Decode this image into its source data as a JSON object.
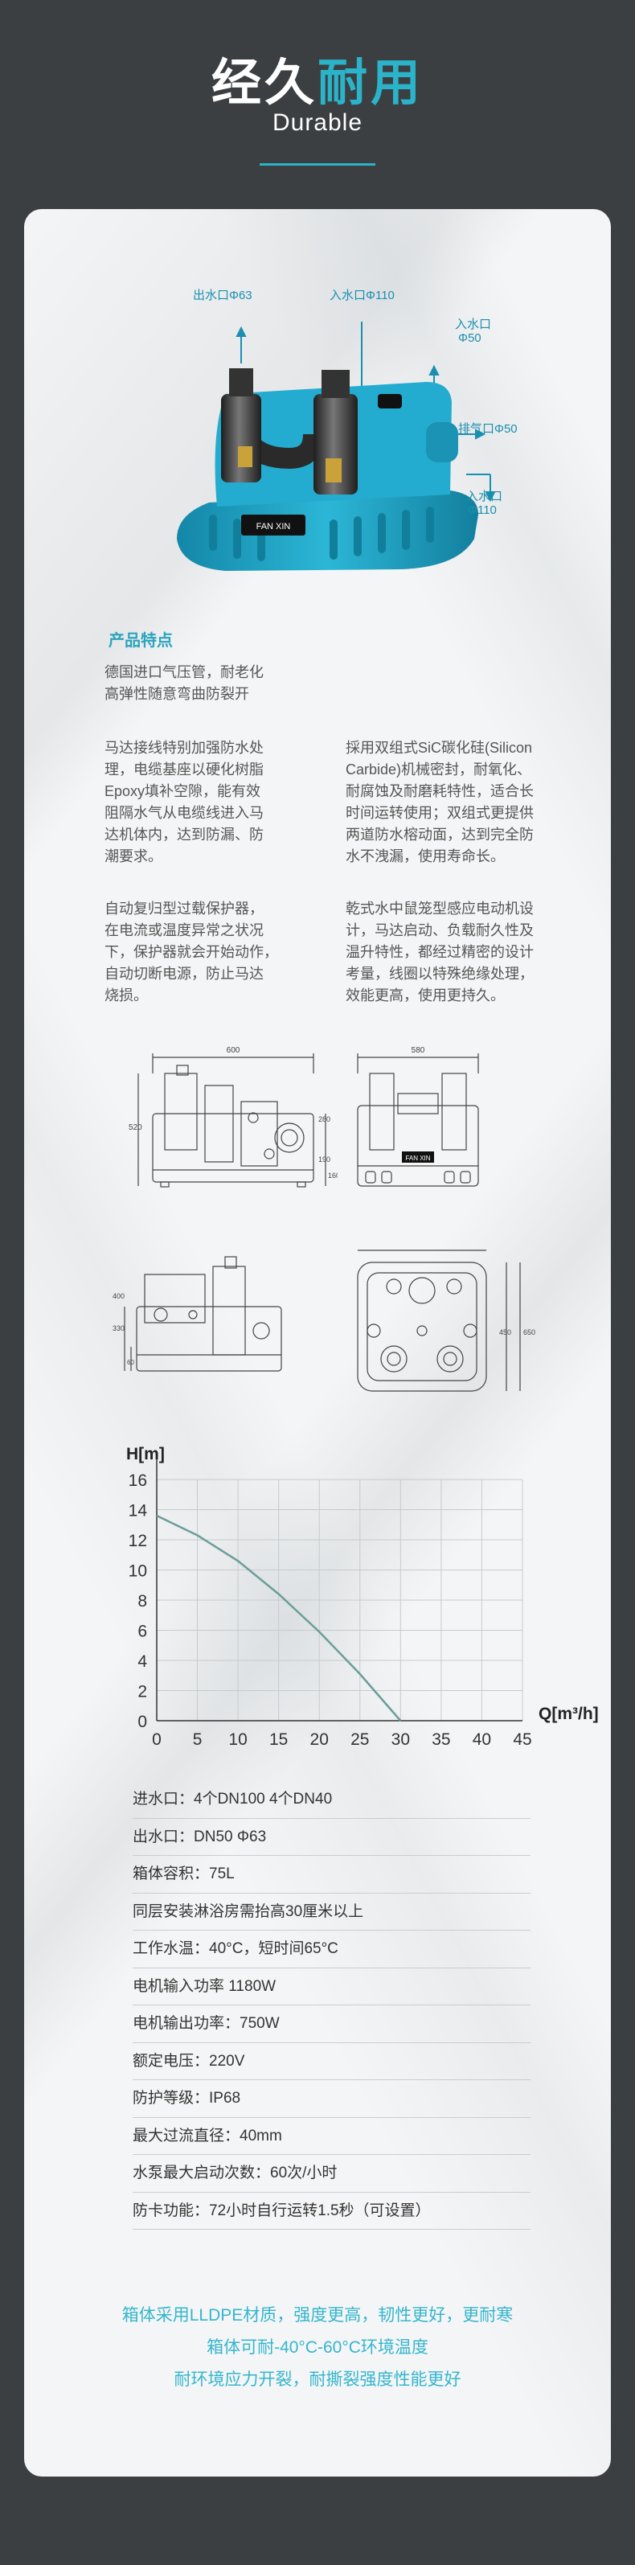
{
  "header": {
    "title_part1": "经久",
    "title_part2": "耐用",
    "subtitle": "Durable"
  },
  "colors": {
    "accent": "#2ab3c9",
    "background": "#3b3f41",
    "pump_body": "#1c9fc0"
  },
  "pump_labels": {
    "outlet": "出水口Φ63",
    "inlet_top": "入水口Φ110",
    "inlet_right_1": "入水口",
    "inlet_right_2": "Φ50",
    "vent_1": "排气口Φ50",
    "inlet_bottom_1": "入水口",
    "inlet_bottom_2": "Φ110",
    "brand": "FAN XIN"
  },
  "features": {
    "title": "产品特点",
    "intro": [
      "德国进口气压管，耐老化",
      "高弹性随意弯曲防裂开"
    ],
    "left_1": [
      "马达接线特别加强防水处",
      "理，电缆基座以硬化树脂",
      "Epoxy填补空隙，能有效",
      "阻隔水气从电缆线进入马",
      "达机体内，达到防漏、防",
      "潮要求。"
    ],
    "left_2": [
      "自动复归型过载保护器，",
      "在电流或温度异常之状况",
      "下，保护器就会开始动作，",
      "自动切断电源，防止马达",
      "烧损。"
    ],
    "right_1": [
      "採用双组式SiC碳化硅(Silicon",
      "Carbide)机械密封，耐氧化、",
      "耐腐蚀及耐磨耗特性，适合长",
      "时间运转使用；双组式更提供",
      "两道防水榕动面，达到完全防",
      "水不洩漏，使用寿命长。"
    ],
    "right_2": [
      "乾式水中鼠笼型感应电动机设",
      "计，马达启动、负载耐久性及",
      "温升特性，都经过精密的设计",
      "考量，线圈以特殊绝缘处理，",
      "效能更高，使用更持久。"
    ]
  },
  "drawings": {
    "dim_600": "600",
    "dim_580": "580",
    "dim_520": "520",
    "dim_280": "280",
    "dim_190": "190",
    "dim_160": "160",
    "dim_450": "450",
    "dim_650": "650",
    "dim_400": "400",
    "dim_330": "330",
    "dim_60": "60",
    "brand": "FAN XIN"
  },
  "chart_data": {
    "type": "line",
    "title": "",
    "xlabel": "Q[m³/h]",
    "ylabel": "H[m]",
    "xlim": [
      0,
      45
    ],
    "ylim": [
      0,
      16
    ],
    "xticks": [
      0,
      5,
      10,
      15,
      20,
      25,
      30,
      35,
      40,
      45
    ],
    "yticks": [
      0,
      2,
      4,
      6,
      8,
      10,
      12,
      14,
      16
    ],
    "grid": true,
    "series": [
      {
        "color": "#6a9e9a",
        "x": [
          0,
          5,
          10,
          15,
          20,
          25,
          30
        ],
        "y": [
          13.6,
          12.3,
          10.6,
          8.4,
          5.9,
          3.1,
          0
        ]
      }
    ]
  },
  "specs": [
    "进水口：4个DN100  4个DN40",
    "出水口：DN50  Φ63",
    "箱体容积：75L",
    "同层安装淋浴房需抬高30厘米以上",
    "工作水温：40°C，短时间65°C",
    "电机输入功率    1180W",
    "电机输出功率：750W",
    "额定电压：220V",
    "防护等级：IP68",
    "最大过流直径：40mm",
    "水泵最大启动次数：60次/小时",
    "防卡功能：72小时自行运转1.5秒（可设置）"
  ],
  "footer": [
    "箱体采用LLDPE材质，强度更高，韧性更好，更耐寒",
    "箱体可耐-40°C-60°C环境温度",
    "耐环境应力开裂，耐撕裂强度性能更好"
  ]
}
